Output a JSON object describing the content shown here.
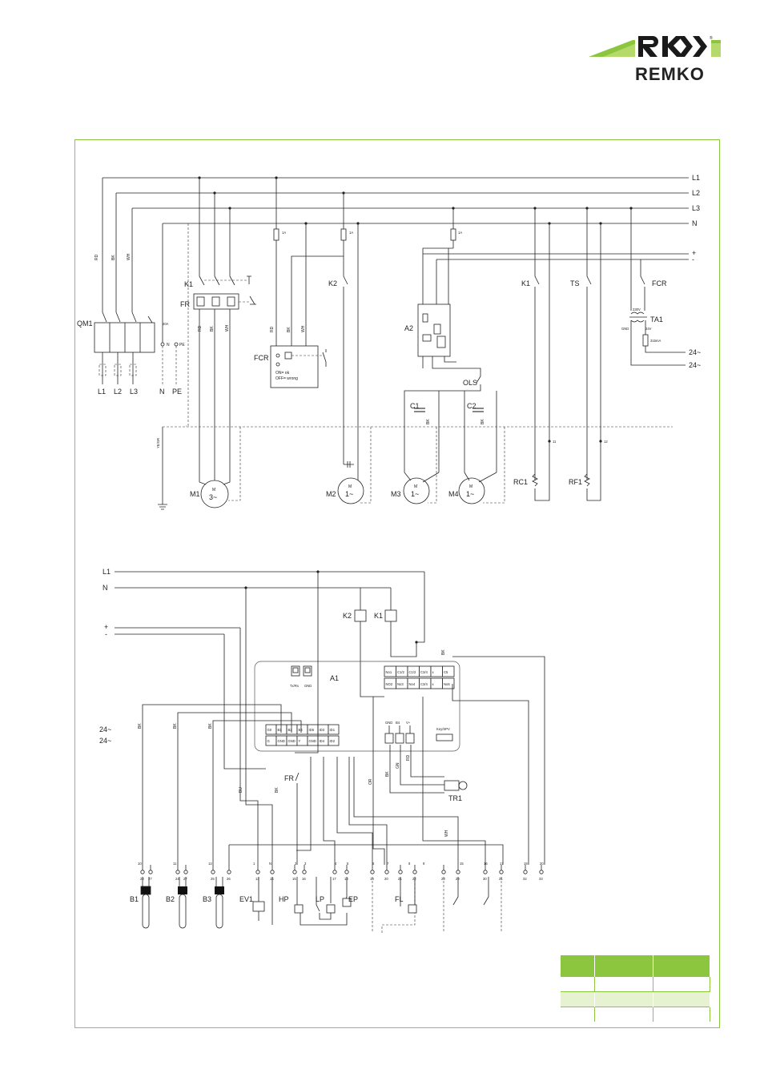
{
  "brand": {
    "name": "REMKO",
    "green": "#8cc63f",
    "dark": "#1a1a1a",
    "light_green": "#b5d96a"
  },
  "power": {
    "L1": "L1",
    "L2": "L2",
    "L3": "L3",
    "N": "N",
    "plus": "+",
    "minus": "-",
    "ac24a": "24~",
    "ac24b": "24~"
  },
  "main": {
    "QM1": "QM1",
    "FR": "FR",
    "K1": "K1",
    "K2": "K2",
    "K1b": "K1",
    "TS": "TS",
    "FCR": "FCR",
    "FCRb": "FCR",
    "A2": "A2",
    "TA1": "TA1",
    "OLS": "OLS",
    "C1": "C1",
    "C2": "C2",
    "M1": "M1",
    "M2": "M2",
    "M3": "M3",
    "M4": "M4",
    "RC1": "RC1",
    "RF1": "RF1",
    "out_L1": "L1",
    "out_L2": "L2",
    "out_L3": "L3",
    "out_N": "N",
    "out_PE": "PE",
    "N_term": "N",
    "PE_term": "PE",
    "fcr_on": "ON= ok",
    "fcr_off": "OFF= wrong",
    "amp20": "20A",
    "t11": "11",
    "t12": "12",
    "w_RD": "RD",
    "w_BK": "BK",
    "w_WH": "WH",
    "w_YE": "YE/GR",
    "fuse": "1A",
    "ta_in": "230V",
    "ta_out": "24V",
    "ta_gnd": "GND",
    "ta_fuse": "315mA",
    "motor3": "3~",
    "motor1": "1~",
    "M": "M"
  },
  "ctrl": {
    "L1": "L1",
    "N": "N",
    "plus": "+",
    "minus": "-",
    "a24a": "24~",
    "a24b": "24~",
    "A1": "A1",
    "K2": "K2",
    "K1": "K1",
    "FR": "FR",
    "TR1": "TR1",
    "keyspv": "Key/SPV",
    "txrx": "Tx/Rx",
    "gnd": "GND",
    "relay_top": [
      "No1",
      "C1/2",
      "C1/2",
      "C3/4",
      "x",
      "C5"
    ],
    "relay_bot": [
      "NO2",
      "No3",
      "No4",
      "C3/4",
      "x",
      "No5"
    ],
    "io_top": [
      "G0",
      "B1",
      "B2",
      "B3",
      "ID5",
      "ID3",
      "ID1"
    ],
    "io_bot": [
      "G",
      "GND",
      "GND",
      "Y",
      "GND",
      "ID4",
      "ID2"
    ],
    "sensor": [
      "GND",
      "B4",
      "V+"
    ],
    "wire": {
      "BU": "BU",
      "BK": "BK",
      "GN": "GN",
      "RD": "RD",
      "OR": "OR",
      "WH": "WH"
    }
  },
  "terminals": {
    "upper": [
      "10",
      "11",
      "12",
      "",
      "1",
      "N",
      "2",
      "3",
      "4",
      "5",
      "6",
      "7",
      "8",
      "9",
      "15",
      "16",
      "17",
      "18",
      "19",
      "20"
    ],
    "lower": [
      "23",
      "27",
      "24",
      "27",
      "25",
      "26",
      "13",
      "14",
      "15",
      "16",
      "17",
      "18",
      "19",
      "20",
      "21",
      "22",
      "28",
      "29",
      "30",
      "31",
      "32",
      "33"
    ],
    "upper_mid": [
      "13",
      "13",
      "13"
    ]
  },
  "devices": {
    "B1": "B1",
    "B2": "B2",
    "B3": "B3",
    "EV1": "EV1",
    "HP": "HP",
    "LP": "LP",
    "EP": "EP",
    "FL": "FL"
  }
}
